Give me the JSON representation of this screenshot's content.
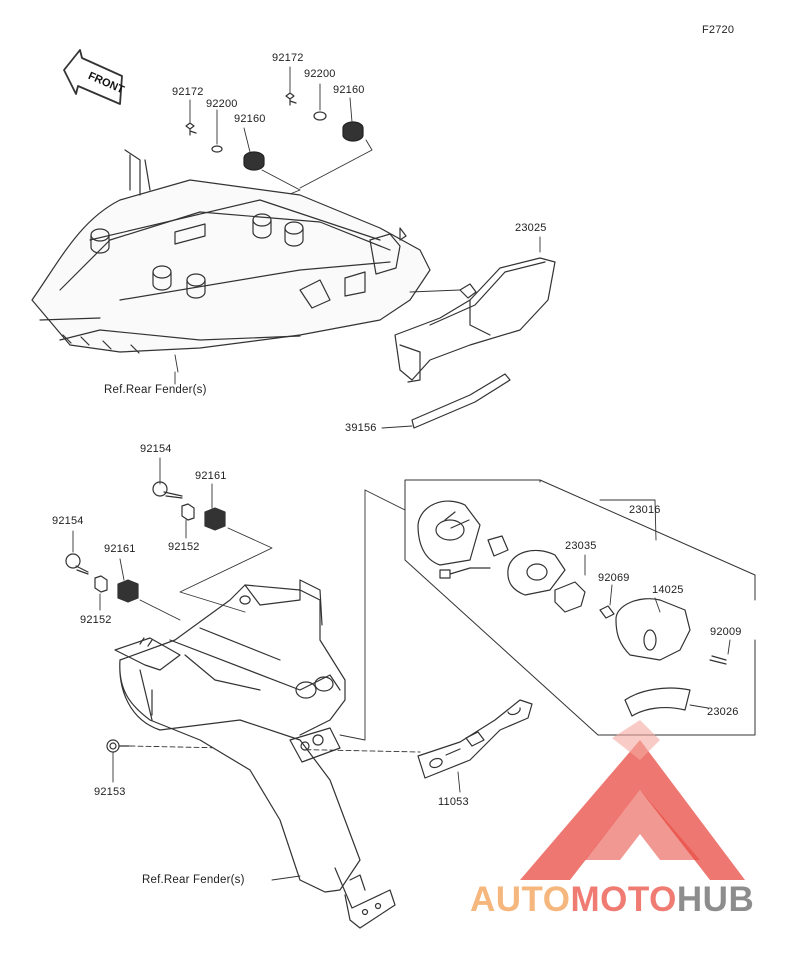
{
  "diagram_code": "F2720",
  "front_label": "FRONT",
  "labels": {
    "p92172a": "92172",
    "p92200a": "92200",
    "p92160a": "92160",
    "p92172b": "92172",
    "p92200b": "92200",
    "p92160b": "92160",
    "p23025": "23025",
    "ref_top": "Ref.Rear Fender(s)",
    "p39156": "39156",
    "p92154a": "92154",
    "p92161a": "92161",
    "p92152a": "92152",
    "p92154b": "92154",
    "p92161b": "92161",
    "p92152b": "92152",
    "p92153": "92153",
    "ref_bottom": "Ref.Rear Fender(s)",
    "p23016": "23016",
    "p23035": "23035",
    "p92069": "92069",
    "p14025": "14025",
    "p92009": "92009",
    "p23026": "23026",
    "p11053": "11053"
  },
  "watermark": {
    "part1": "AUTO",
    "part2": "MOTO",
    "part3": "HUB"
  },
  "colors": {
    "line": "#333333",
    "watermark_red": "#e8443a",
    "watermark_orange": "#f5a25d",
    "watermark_gray": "#8d8d8d"
  }
}
